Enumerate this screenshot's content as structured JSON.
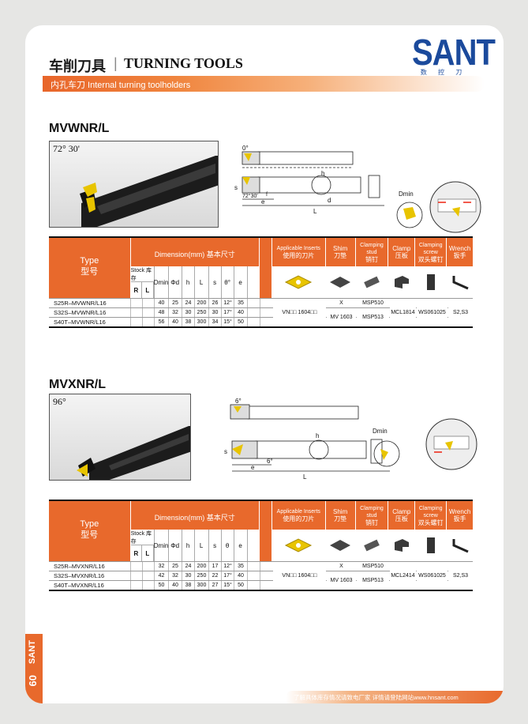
{
  "header": {
    "title_cn": "车削刀具",
    "title_en": "TURNING TOOLS",
    "subtitle": "内孔车刀 Internal turning toolholders"
  },
  "logo": {
    "name": "SANT",
    "sub": "数 控 刀 具"
  },
  "columns": {
    "type_en": "Type",
    "type_cn": "型号",
    "dimension": "Dimension(mm) 基本尺寸",
    "stock": "Stock 库存",
    "R": "R",
    "L": "L",
    "insert_en": "Applicable Inserts",
    "insert_cn": "使用的刀片",
    "shim_en": "Shim",
    "shim_cn": "刀垫",
    "stud_en": "Clamping stud",
    "stud_cn": "销钉",
    "clamp_en": "Clamp",
    "clamp_cn": "压板",
    "screw_en": "Clamping screw",
    "screw_cn": "双头螺钉",
    "wrench_en": "Wrench",
    "wrench_cn": "扳手"
  },
  "section1": {
    "model": "MVWNR/L",
    "angle": "72° 30'",
    "drawing_labels": {
      "zero": "0°",
      "h": "h",
      "s": "s",
      "ang": "72°30'",
      "f": "f",
      "e": "e",
      "L": "L",
      "d": "d",
      "dmin": "Dmin"
    },
    "dim_headers": [
      "Dmin",
      "Φd",
      "h",
      "L",
      "s",
      "θ°",
      "e"
    ],
    "rows": [
      {
        "name": "S25R–MVWNR/L16",
        "vals": [
          "40",
          "25",
          "24",
          "200",
          "26",
          "12°",
          "35"
        ]
      },
      {
        "name": "S32S–MVWNR/L16",
        "vals": [
          "48",
          "32",
          "30",
          "250",
          "30",
          "17°",
          "40"
        ]
      },
      {
        "name": "S40T–MVWNR/L16",
        "vals": [
          "56",
          "40",
          "38",
          "300",
          "34",
          "15°",
          "50"
        ]
      }
    ],
    "insert": "VN□□ 1604□□",
    "shim_x": "X",
    "shim": "MV 1603",
    "stud1": "MSP510",
    "stud2": "MSP513",
    "clamp": "MCL1814",
    "screw": "WS061025",
    "wrench": "S2,S3"
  },
  "section2": {
    "model": "MVXNR/L",
    "angle": "96°",
    "drawing_labels": {
      "six": "6°",
      "h": "h",
      "s": "s",
      "ang": "6°",
      "e": "e",
      "L": "L",
      "dmin": "Dmin"
    },
    "dim_headers": [
      "Dmin",
      "Φd",
      "h",
      "L",
      "s",
      "θ",
      "e"
    ],
    "rows": [
      {
        "name": "S25R–MVXNR/L16",
        "vals": [
          "32",
          "25",
          "24",
          "200",
          "17",
          "12°",
          "35"
        ]
      },
      {
        "name": "S32S–MVXNR/L16",
        "vals": [
          "42",
          "32",
          "30",
          "250",
          "22",
          "17°",
          "40"
        ]
      },
      {
        "name": "S40T–MVXNR/L16",
        "vals": [
          "50",
          "40",
          "38",
          "300",
          "27",
          "15°",
          "50"
        ]
      }
    ],
    "insert": "VN□□ 1604□□",
    "shim_x": "X",
    "shim": "MV 1603",
    "stud1": "MSP510",
    "stud2": "MSP513",
    "clamp": "MCL2414",
    "screw": "WS061025",
    "wrench": "S2,S3"
  },
  "side": {
    "brand": "SANT",
    "page": "60"
  },
  "footer": {
    "text": "了解具体库存情况请致电厂家  详情请登陆网站www.hnsant.com"
  },
  "colors": {
    "accent": "#e8692c",
    "brand_blue": "#1b4a9c"
  }
}
